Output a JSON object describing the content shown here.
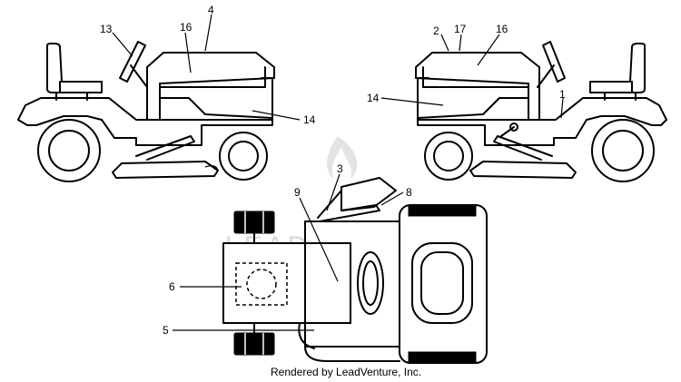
{
  "callouts": {
    "c1": "1",
    "c2": "2",
    "c3": "3",
    "c4": "4",
    "c5": "5",
    "c6": "6",
    "c8": "8",
    "c9": "9",
    "c13": "13",
    "c14_left": "14",
    "c14_right": "14",
    "c16_left": "16",
    "c16_right": "16",
    "c17": "17"
  },
  "watermark": "LEADVENTURE",
  "credit": "Rendered by LeadVenture, Inc."
}
